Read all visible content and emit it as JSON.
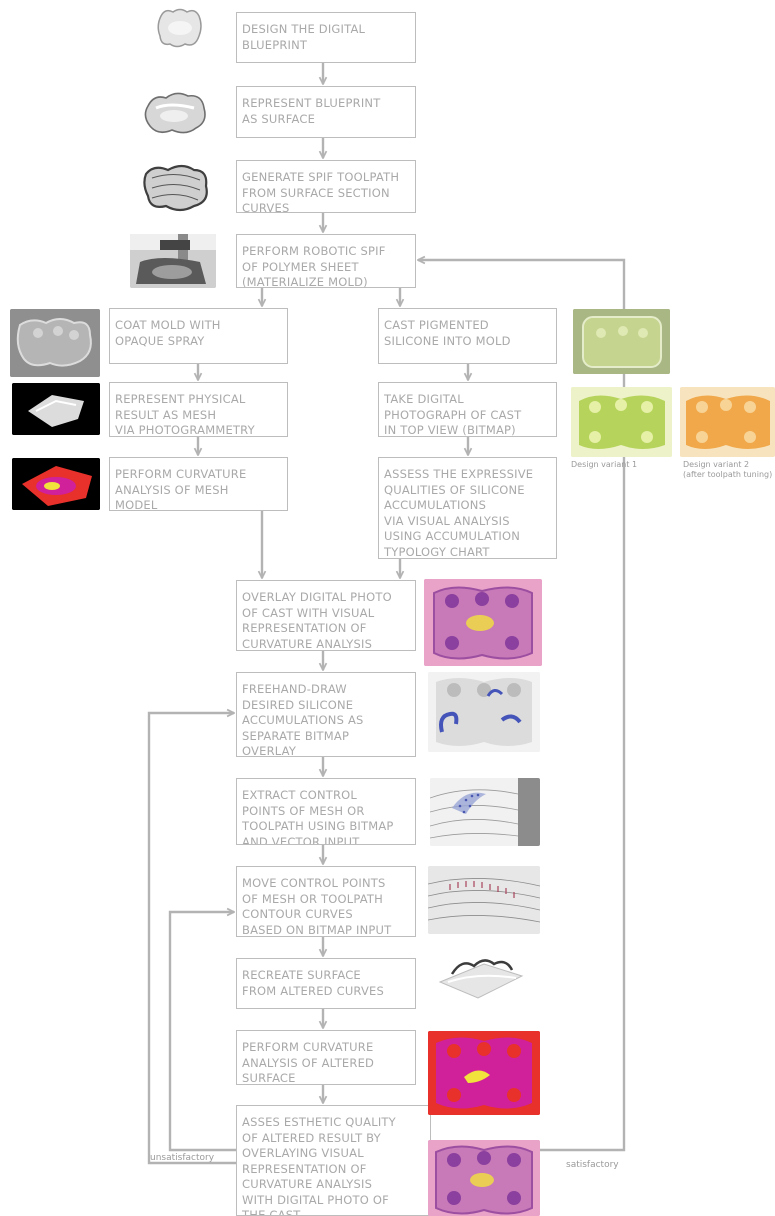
{
  "steps": {
    "design_blueprint": "DESIGN THE DIGITAL\nBLUEPRINT",
    "represent_surface": "REPRESENT BLUEPRINT\nAS SURFACE",
    "generate_toolpath": "GENERATE SPIF TOOLPATH\nFROM SURFACE SECTION\nCURVES",
    "robotic_spif": "PERFORM ROBOTIC SPIF\nOF POLYMER SHEET\n(MATERIALIZE MOLD)",
    "coat_mold": "COAT MOLD WITH\nOPAQUE SPRAY",
    "represent_mesh": "REPRESENT PHYSICAL\nRESULT AS MESH\nVIA PHOTOGRAMMETRY",
    "curvature_mesh": "PERFORM CURVATURE\nANALYSIS OF MESH\nMODEL",
    "cast_silicone": "CAST PIGMENTED\nSILICONE INTO MOLD",
    "take_photo": "TAKE DIGITAL\nPHOTOGRAPH OF CAST\nIN TOP VIEW (BITMAP)",
    "assess_qualities": "ASSESS THE EXPRESSIVE\nQUALITIES OF SILICONE\nACCUMULATIONS\nVIA VISUAL ANALYSIS\nUSING ACCUMULATION\nTYPOLOGY CHART",
    "overlay_photo": "OVERLAY DIGITAL PHOTO\nOF CAST WITH VISUAL\nREPRESENTATION OF\nCURVATURE ANALYSIS",
    "freehand_draw": "FREEHAND-DRAW\nDESIRED SILICONE\nACCUMULATIONS AS\nSEPARATE BITMAP\nOVERLAY",
    "extract_points": "EXTRACT CONTROL\nPOINTS OF MESH OR\nTOOLPATH USING BITMAP\nAND VECTOR INPUT",
    "move_points": "MOVE CONTROL POINTS\nOF MESH OR TOOLPATH\nCONTOUR CURVES\nBASED ON BITMAP INPUT",
    "recreate_surface": "RECREATE SURFACE\nFROM ALTERED CURVES",
    "curvature_altered": "PERFORM CURVATURE\nANALYSIS OF ALTERED\nSURFACE",
    "assess_esthetic": "ASSES ESTHETIC QUALITY\nOF ALTERED RESULT BY\nOVERLAYING VISUAL\nREPRESENTATION OF\nCURVATURE ANALYSIS\nWITH DIGITAL PHOTO OF\nTHE CAST"
  },
  "labels": {
    "unsatisfactory": "unsatisfactory",
    "satisfactory": "satisfactory",
    "variant1": "Design variant 1",
    "variant2": "Design variant 2\n(after toolpath tuning)"
  },
  "colors": {
    "border": "#bdbdbd",
    "text": "#a9a9a9",
    "arrow": "#b3b3b3",
    "heatmap_magenta": "#d0209a",
    "heatmap_red": "#e8312a",
    "heatmap_yellow": "#f2e23c",
    "silicone_green": "#b6d45c",
    "silicone_orange": "#f0a84a"
  }
}
